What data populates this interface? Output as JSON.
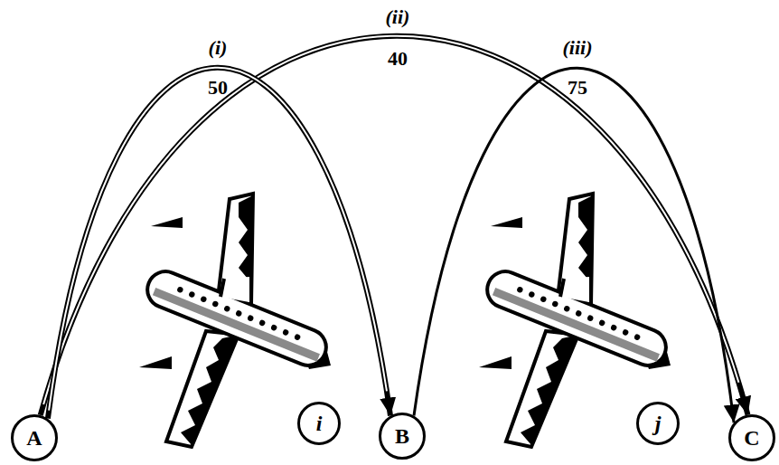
{
  "diagram": {
    "nodes": [
      {
        "text": [
          "A"
        ]
      },
      {
        "text": [
          "B"
        ]
      },
      {
        "text": [
          "C"
        ]
      },
      {
        "text": [
          "i"
        ]
      },
      {
        "text": [
          "j"
        ]
      }
    ],
    "edges": [
      {
        "from": 0,
        "to": 2,
        "arrow": "to",
        "label": "40"
      },
      {
        "from": 0,
        "to": 1,
        "arrow": "to",
        "label": "50"
      },
      {
        "from": 1,
        "to": 2,
        "arrow": "to",
        "label": "75"
      }
    ],
    "labels": [
      "(ii)",
      "(i)",
      "(iii)"
    ]
  }
}
